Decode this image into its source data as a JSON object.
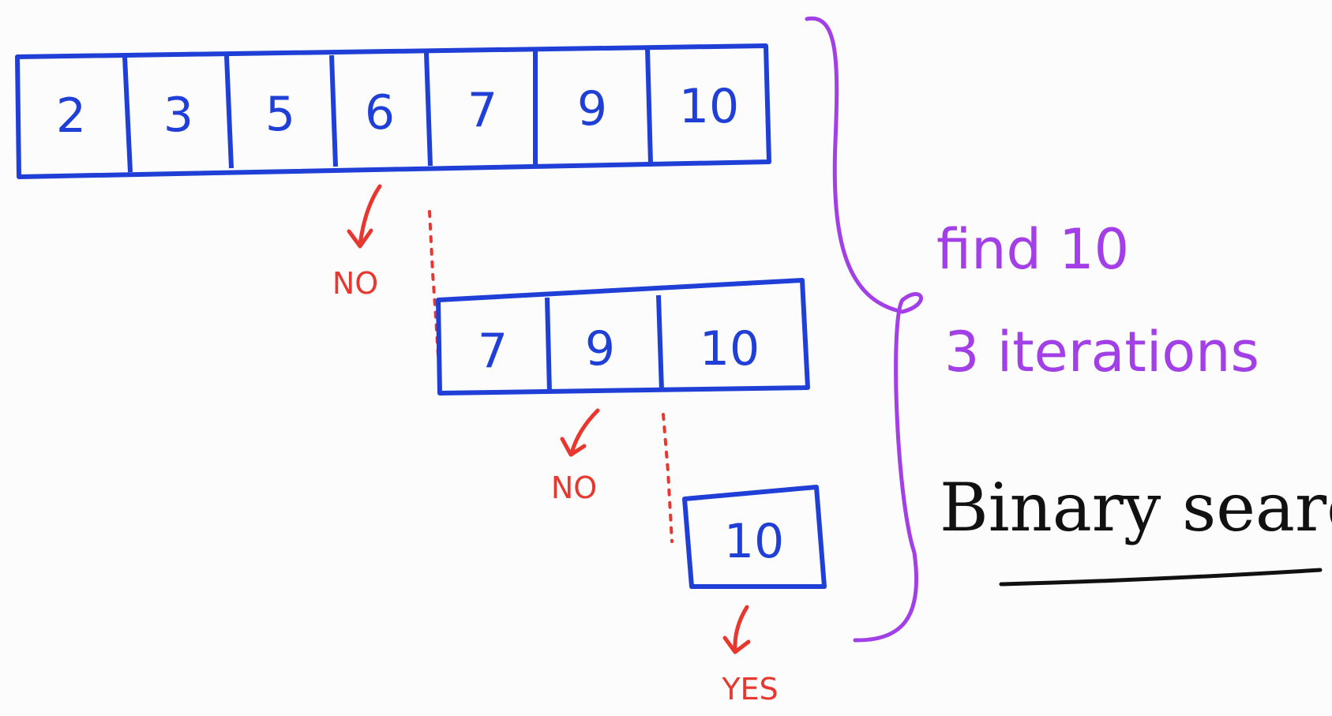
{
  "colors": {
    "background": "#fcfcfc",
    "array": "#1f3fd6",
    "marker": "#e8372f",
    "note": "#a23fe6",
    "title": "#111111"
  },
  "arrays": [
    {
      "cells": [
        "2",
        "3",
        "5",
        "6",
        "7",
        "9",
        "10"
      ]
    },
    {
      "cells": [
        "7",
        "9",
        "10"
      ]
    },
    {
      "cells": [
        "10"
      ]
    }
  ],
  "checks": [
    {
      "label": "NO"
    },
    {
      "label": "NO"
    },
    {
      "label": "YES"
    }
  ],
  "notes": {
    "target": "find 10",
    "iterations": "3 iterations"
  },
  "title": "Binary search"
}
